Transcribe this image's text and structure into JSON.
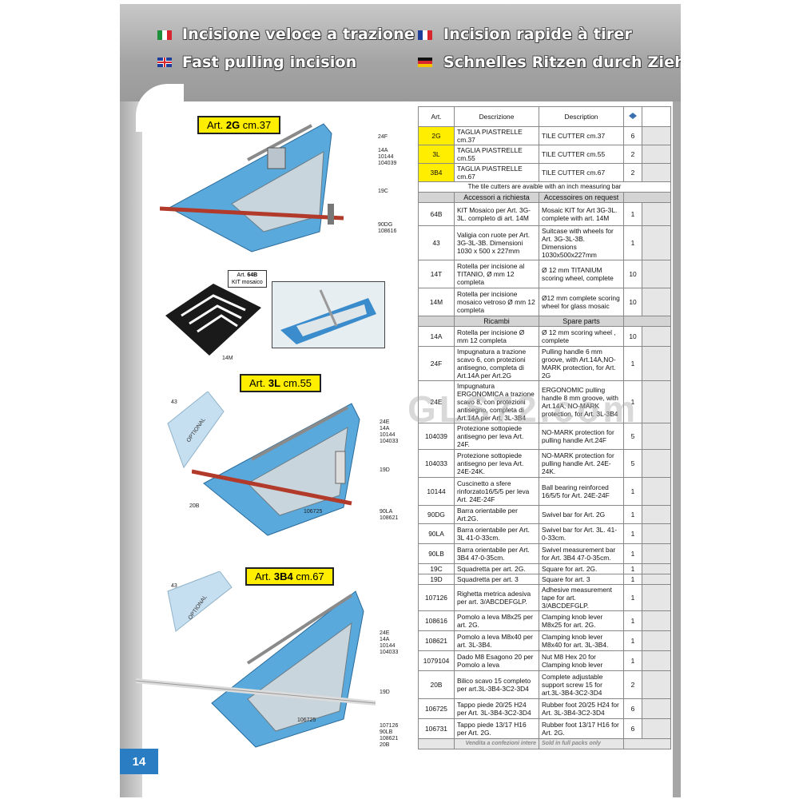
{
  "header": {
    "title_it": "Incisione veloce a trazione",
    "title_fr": "Incision rapide à tirer",
    "title_en": "Fast pulling incision",
    "title_de": "Schnelles Ritzen durch Ziehen"
  },
  "page_number": "14",
  "watermark": "GLS72.com",
  "models": [
    {
      "prefix": "Art. ",
      "code": "2G",
      "suffix": " cm.37"
    },
    {
      "prefix": "Art. ",
      "code": "3L",
      "suffix": " cm.55"
    },
    {
      "prefix": "Art. ",
      "code": "3B4",
      "suffix": " cm.67"
    }
  ],
  "kit_label": {
    "line1": "Art. ",
    "code": "64B",
    "line2": "KIT mosaico"
  },
  "optional_label": "OPTIONAL",
  "callouts": {
    "c2g": [
      "24F",
      "14A",
      "10144",
      "104039",
      "19C",
      "90DG",
      "108616"
    ],
    "c14m": "14M",
    "c43a": "43",
    "c3l": [
      "24E",
      "14A",
      "10144",
      "104033",
      "19D",
      "90LA",
      "108621"
    ],
    "c3l_20b": "20B",
    "c3l_106725": "106725",
    "c43b": "43",
    "c3b4": [
      "24E",
      "14A",
      "10144",
      "104033",
      "19D",
      "107126",
      "90LB",
      "108621",
      "20B"
    ],
    "c3b4_106725": "106725"
  },
  "table": {
    "headers": {
      "art": "Art.",
      "desc_it": "Descrizione",
      "desc_en": "Description"
    },
    "main_rows": [
      {
        "art": "2G",
        "it": "TAGLIA PIASTRELLE cm.37",
        "en": "TILE CUTTER cm.37",
        "qty": "6"
      },
      {
        "art": "3L",
        "it": "TAGLIA PIASTRELLE cm.55",
        "en": "TILE CUTTER cm.55",
        "qty": "2"
      },
      {
        "art": "3B4",
        "it": "TAGLIA PIASTRELLE cm.67",
        "en": "TILE CUTTER cm.67",
        "qty": "2"
      }
    ],
    "note": "The tile cutters are avaible with an inch measuring bar",
    "section_accessories": {
      "it": "Accessori a richiesta",
      "en": "Accessoires on request"
    },
    "accessory_rows": [
      {
        "art": "64B",
        "it": "KIT Mosaico per Art. 3G-3L. completo di art. 14M",
        "en": "Mosaic KIT for Art 3G-3L. complete with art. 14M",
        "qty": "1"
      },
      {
        "art": "43",
        "it": "Valigia con ruote per Art. 3G-3L-3B. Dimensioni 1030 x 500 x 227mm",
        "en": "Suitcase with wheels for Art. 3G-3L-3B. Dimensions 1030x500x227mm",
        "qty": "1"
      },
      {
        "art": "14T",
        "it": "Rotella per incisione al TITANIO, Ø mm 12 completa",
        "en": "Ø 12 mm TITANIUM scoring wheel, complete",
        "qty": "10"
      },
      {
        "art": "14M",
        "it": "Rotella per incisione mosaico vetroso Ø mm 12 completa",
        "en": "Ø12 mm complete scoring wheel for glass mosaic",
        "qty": "10"
      }
    ],
    "section_spares": {
      "it": "Ricambi",
      "en": "Spare parts"
    },
    "spare_rows": [
      {
        "art": "14A",
        "it": "Rotella per incisione Ø mm 12 completa",
        "en": "Ø 12 mm scoring wheel , complete",
        "qty": "10"
      },
      {
        "art": "24F",
        "it": "Impugnatura a trazione scavo 6, con protezioni antisegno, completa di Art.14A per Art.2G",
        "en": "Pulling handle 6 mm groove, with Art.14A,NO-MARK protection, for Art. 2G",
        "qty": "1"
      },
      {
        "art": "24E",
        "it": "Impugnatura ERGONOMICA a trazione scavo 8, con protezioni antisegno, completa di Art.14A per Art. 3L-3B4",
        "en": "ERGONOMIC pulling handle 8 mm groove, with Art.14A, NO-MARK protection, for Art. 3L-3B4",
        "qty": "1"
      },
      {
        "art": "104039",
        "it": "Protezione sottopiede antisegno per leva Art. 24F.",
        "en": "NO-MARK protection for pulling handle Art.24F",
        "qty": "5"
      },
      {
        "art": "104033",
        "it": "Protezione sottopiede antisegno per leva Art. 24E-24K.",
        "en": "NO-MARK protection for pulling handle Art. 24E-24K.",
        "qty": "5"
      },
      {
        "art": "10144",
        "it": "Cuscinetto a sfere rinforzato16/5/5 per leva Art. 24E-24F",
        "en": "Ball bearing reinforced 16/5/5 for Art. 24E-24F",
        "qty": "1"
      },
      {
        "art": "90DG",
        "it": "Barra orientabile per Art.2G.",
        "en": "Swivel bar for Art. 2G",
        "qty": "1"
      },
      {
        "art": "90LA",
        "it": "Barra orientabile per Art. 3L 41-0-33cm.",
        "en": "Swivel bar for Art. 3L. 41-0-33cm.",
        "qty": "1"
      },
      {
        "art": "90LB",
        "it": "Barra orientabile per Art. 3B4 47-0-35cm.",
        "en": "Swivel measurement bar for Art. 3B4 47-0-35cm.",
        "qty": "1"
      },
      {
        "art": "19C",
        "it": "Squadretta per art. 2G.",
        "en": "Square for art. 2G.",
        "qty": "1"
      },
      {
        "art": "19D",
        "it": "Squadretta per art. 3",
        "en": "Square for art. 3",
        "qty": "1"
      },
      {
        "art": "107126",
        "it": "Righetta metrica adesiva per art. 3/ABCDEFGLP.",
        "en": "Adhesive measurement tape for art. 3/ABCDEFGLP.",
        "qty": "1"
      },
      {
        "art": "108616",
        "it": "Pomolo a leva M8x25 per art. 2G.",
        "en": "Clamping knob lever M8x25 for art. 2G.",
        "qty": "1"
      },
      {
        "art": "108621",
        "it": "Pomolo a leva M8x40 per art. 3L-3B4.",
        "en": "Clamping knob lever M8x40 for art. 3L-3B4.",
        "qty": "1"
      },
      {
        "art": "1079104",
        "it": "Dado M8 Esagono 20 per Pomolo a leva",
        "en": "Nut M8 Hex 20 for Clamping knob lever",
        "qty": "1"
      },
      {
        "art": "20B",
        "it": "Bilico scavo 15 completo per art.3L-3B4-3C2-3D4",
        "en": "Complete adjustable support screw 15 for art.3L-3B4-3C2-3D4",
        "qty": "2"
      },
      {
        "art": "106725",
        "it": "Tappo piede 20/25 H24 per Art. 3L-3B4-3C2-3D4",
        "en": "Rubber foot 20/25 H24 for Art. 3L-3B4-3C2-3D4",
        "qty": "6"
      },
      {
        "art": "106731",
        "it": "Tappo piede 13/17 H16 per Art. 2G.",
        "en": "Rubber foot 13/17 H16 for Art. 2G.",
        "qty": "6"
      }
    ],
    "footer": {
      "it": "Vendita a confezioni intere",
      "en": "Sold in full packs only"
    }
  },
  "colors": {
    "accent_yellow": "#ffee00",
    "page_blue": "#2a7cc3",
    "cutter_blue": "#4a9fd8"
  }
}
